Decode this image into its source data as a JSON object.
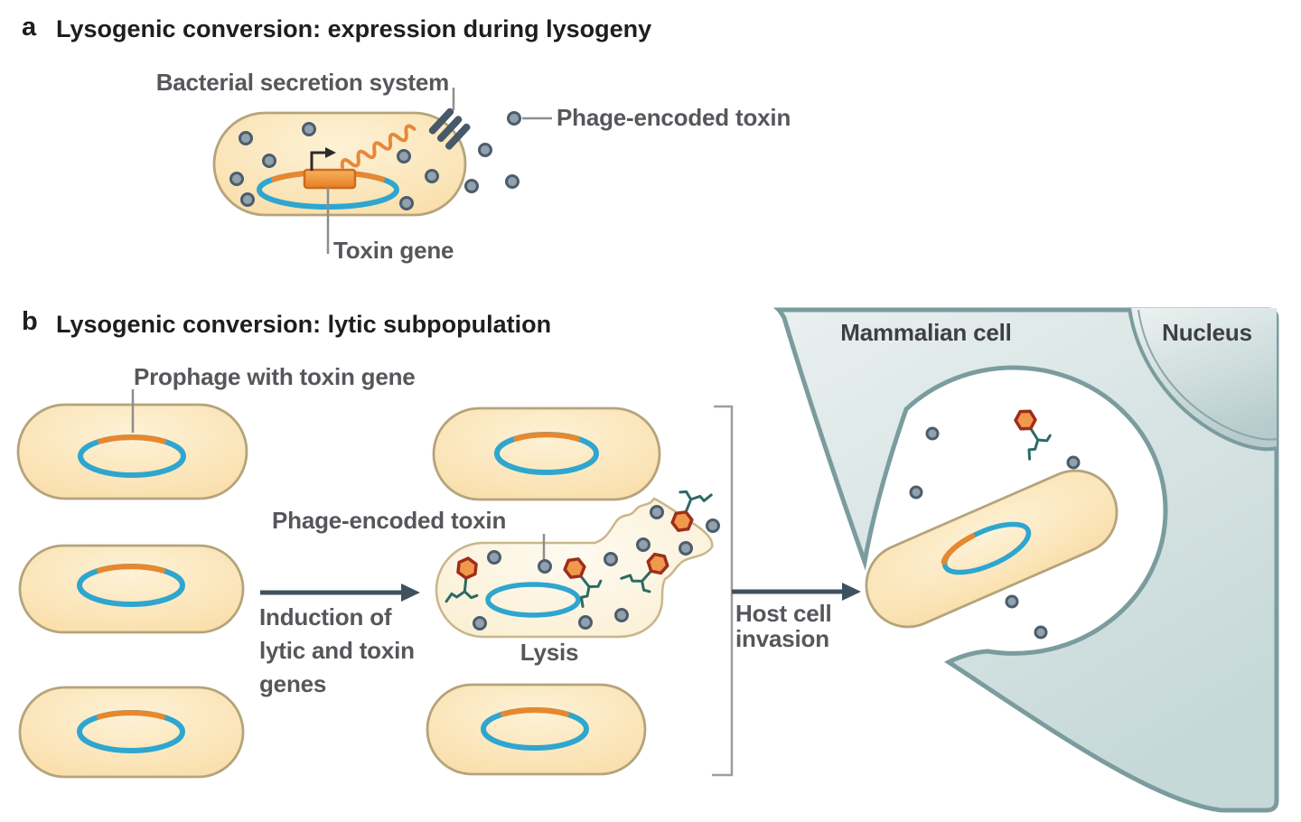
{
  "figure": {
    "panel_a": {
      "index_label": "a",
      "title": "Lysogenic conversion: expression during lysogeny",
      "labels": {
        "secretion": "Bacterial secretion system",
        "phage_toxin": "Phage-encoded toxin",
        "toxin_gene": "Toxin gene"
      }
    },
    "panel_b": {
      "index_label": "b",
      "title": "Lysogenic conversion: lytic subpopulation",
      "labels": {
        "prophage": "Prophage with toxin gene",
        "phage_toxin": "Phage-encoded toxin",
        "induction_lines": [
          "Induction of",
          "lytic and toxin",
          "genes"
        ],
        "lysis": "Lysis",
        "invasion_lines": [
          "Host cell",
          "invasion"
        ],
        "mammalian_cell": "Mammalian cell",
        "nucleus": "Nucleus"
      }
    },
    "palette": {
      "bacterium_fill": "#fbe3ae",
      "bacterium_stroke": "#b5a47b",
      "plasmid_blue": "#2ea6cf",
      "prophage_orange": "#e8872e",
      "toxin_gene_fill": "#f0993f",
      "toxin_gene_stroke": "#cf6a20",
      "toxin_dot_fill": "#93a1ad",
      "toxin_dot_stroke": "#4b5d6d",
      "phage_head_fill": "#f0994c",
      "phage_head_stroke": "#9e2d1c",
      "phage_tail": "#2c6a66",
      "secretion_system": "#49596a",
      "mammalian_fill": "#d7e3e3",
      "mammalian_stroke": "#7b9c9e",
      "arrow_slate": "#3f515e",
      "label_gray": "#55575b"
    }
  }
}
